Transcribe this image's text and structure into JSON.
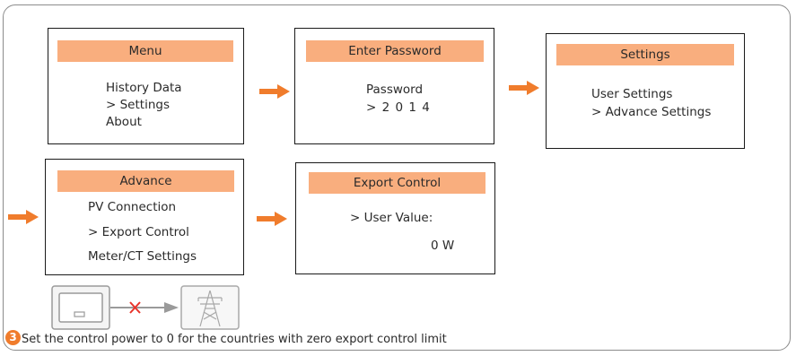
{
  "screens": {
    "menu": {
      "title": "Menu",
      "lines": [
        "History Data",
        "> Settings",
        "About"
      ]
    },
    "password": {
      "title": "Enter Password",
      "lines": [
        "Password",
        "> 2 0 1 4"
      ]
    },
    "settings": {
      "title": "Settings",
      "lines": [
        "User Settings",
        "> Advance Settings"
      ]
    },
    "advance": {
      "title": "Advance",
      "lines": [
        "PV Connection",
        "> Export Control",
        "Meter/CT Settings"
      ]
    },
    "export": {
      "title": "Export Control",
      "lines": [
        "> User Value:",
        "0 W"
      ]
    }
  },
  "step": {
    "number": "3",
    "text": "Set the control power to 0 for the countries with zero export control limit"
  },
  "colors": {
    "accent_bar": "#f9ae7e",
    "arrow": "#f07c2c",
    "cross": "#e8332a"
  },
  "icons": [
    "inverter-icon",
    "blocked-arrow-icon",
    "power-tower-icon"
  ]
}
